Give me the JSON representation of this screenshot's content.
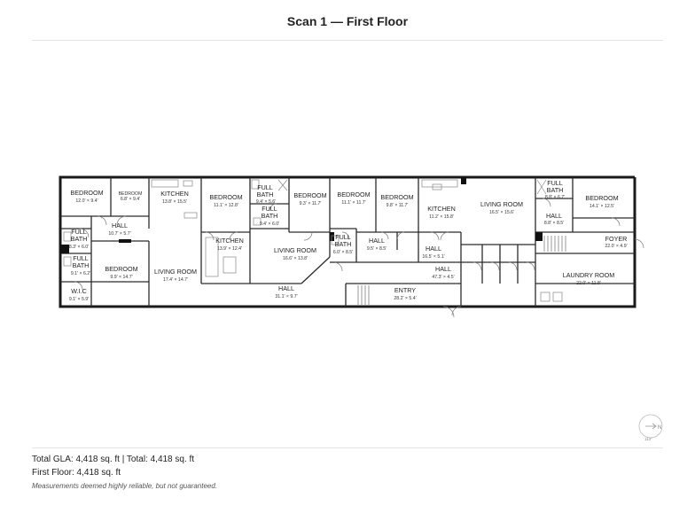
{
  "title": "Scan 1 — First Floor",
  "rooms": [
    {
      "id": "bedroom-1",
      "name": "BEDROOM",
      "dims": "12.0' × 9.4'"
    },
    {
      "id": "bedroom-2",
      "name": "BEDROOM",
      "dims": "6.8' × 9.4'"
    },
    {
      "id": "kitchen-1",
      "name": "KITCHEN",
      "dims": "13.8' × 15.5'"
    },
    {
      "id": "bedroom-3",
      "name": "BEDROOM",
      "dims": "11.1' × 12.8'"
    },
    {
      "id": "full-bath-1",
      "name": "FULL BATH",
      "dims": "9.4' × 5.6'"
    },
    {
      "id": "full-bath-2",
      "name": "FULL BATH",
      "dims": "9.4' × 6.0'"
    },
    {
      "id": "bedroom-4",
      "name": "BEDROOM",
      "dims": "9.3' × 11.7'"
    },
    {
      "id": "bedroom-5",
      "name": "BEDROOM",
      "dims": "11.1' × 11.7'"
    },
    {
      "id": "bedroom-6",
      "name": "BEDROOM",
      "dims": "9.8' × 11.7'"
    },
    {
      "id": "kitchen-2",
      "name": "KITCHEN",
      "dims": "11.2' × 15.8'"
    },
    {
      "id": "living-room-1",
      "name": "LIVING ROOM",
      "dims": "16.5' × 15.6'"
    },
    {
      "id": "full-bath-3",
      "name": "FULL BATH",
      "dims": "8.8' × 6.7'"
    },
    {
      "id": "bedroom-7",
      "name": "BEDROOM",
      "dims": "14.1' × 12.5'"
    },
    {
      "id": "hall-1",
      "name": "HALL",
      "dims": "8.8' × 8.5'"
    },
    {
      "id": "full-bath-4",
      "name": "FULL BATH",
      "dims": "8.3' × 6.0'"
    },
    {
      "id": "hall-2",
      "name": "HALL",
      "dims": "10.7' × 5.7'"
    },
    {
      "id": "kitchen-3",
      "name": "KITCHEN",
      "dims": "13.9' × 12.4'"
    },
    {
      "id": "living-room-2",
      "name": "LIVING ROOM",
      "dims": "16.6' × 13.8'"
    },
    {
      "id": "full-bath-5",
      "name": "FULL BATH",
      "dims": "6.0' × 8.5'"
    },
    {
      "id": "hall-3",
      "name": "HALL",
      "dims": "9.5' × 8.5'"
    },
    {
      "id": "hall-4",
      "name": "HALL",
      "dims": "16.5' × 5.1'"
    },
    {
      "id": "foyer",
      "name": "FOYER",
      "dims": "22.0' × 4.9'"
    },
    {
      "id": "full-bath-6",
      "name": "FULL BATH",
      "dims": "9.1' × 6.2'"
    },
    {
      "id": "bedroom-8",
      "name": "BEDROOM",
      "dims": "9.9' × 14.7'"
    },
    {
      "id": "living-room-3",
      "name": "LIVING ROOM",
      "dims": "17.4' × 14.7'"
    },
    {
      "id": "hall-5",
      "name": "HALL",
      "dims": "47.3' × 4.5'"
    },
    {
      "id": "laundry-room",
      "name": "LAUNDRY ROOM",
      "dims": "22.0' × 11.8'"
    },
    {
      "id": "wic",
      "name": "W.I.C",
      "dims": "9.1' × 5.9'"
    },
    {
      "id": "hall-6",
      "name": "HALL",
      "dims": "31.1' × 9.7'"
    },
    {
      "id": "entry",
      "name": "ENTRY",
      "dims": "28.2' × 5.4'"
    }
  ],
  "compass": {
    "letter": "N",
    "angle": "113°"
  },
  "footer": {
    "gla": "Total GLA: 4,418 sq. ft | Total: 4,418 sq. ft",
    "floor": "First Floor: 4,418 sq. ft",
    "note": "Measurements deemed highly reliable, but not guaranteed."
  }
}
